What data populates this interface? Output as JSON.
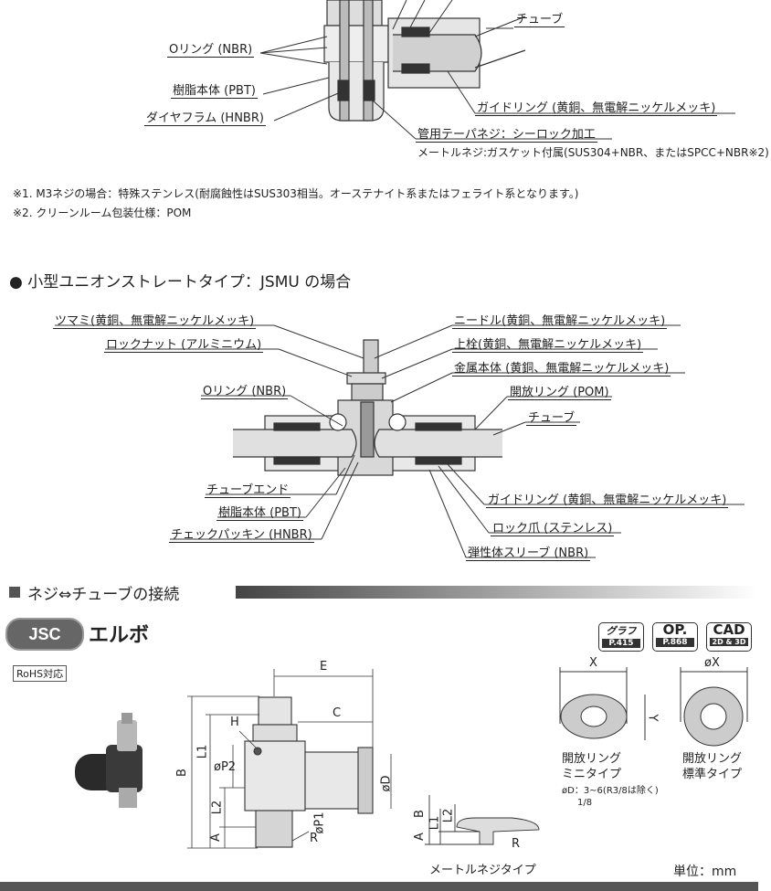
{
  "top_diagram": {
    "labels": {
      "tube": "チューブ",
      "oring": "Oリング (NBR)",
      "resin_body": "樹脂本体 (PBT)",
      "diaphragm": "ダイヤフラム (HNBR)",
      "guide_ring": "ガイドリング (黄銅、無電解ニッケルメッキ)",
      "pipe_thread": "管用テーパネジ：シーロック加工",
      "metric_thread": "メートルネジ:ガスケット付属(SUS304+NBR、またはSPCC+NBR※2)"
    }
  },
  "notes": [
    "※1. M3ネジの場合：特殊ステンレス(耐腐蝕性はSUS303相当。オーステナイト系またはフェライト系となります。)",
    "※2. クリーンルーム包装仕様：POM"
  ],
  "jsmu_section": {
    "title": "● 小型ユニオンストレートタイプ：JSMU の場合",
    "labels": {
      "knob": "ツマミ(黄銅、無電解ニッケルメッキ)",
      "locknut": "ロックナット (アルミニウム)",
      "oring": "Oリング (NBR)",
      "tube_end": "チューブエンド",
      "resin_body": "樹脂本体 (PBT)",
      "check_packing": "チェックパッキン (HNBR)",
      "needle": "ニードル(黄銅、無電解ニッケルメッキ)",
      "upper_plug": "上栓(黄銅、無電解ニッケルメッキ)",
      "metal_body": "金属本体 (黄銅、無電解ニッケルメッキ)",
      "release_ring": "開放リング (POM)",
      "tube": "チューブ",
      "guide_ring": "ガイドリング (黄銅、無電解ニッケルメッキ)",
      "lock_claw": "ロック爪 (ステンレス)",
      "elastic_sleeve": "弾性体スリーブ (NBR)"
    }
  },
  "connection_section": {
    "title": "ネジ⇔チューブの接続"
  },
  "product": {
    "series_badge": "JSC",
    "name": "エルボ",
    "rohs": "RoHS対応",
    "badges": {
      "graph_top": "グラフ",
      "graph_page": "P.415",
      "op_top": "OP.",
      "op_page": "P.868",
      "cad_top": "CAD",
      "cad_sub": "2D & 3D"
    }
  },
  "drawing": {
    "dims": {
      "E": "E",
      "C": "C",
      "H": "H",
      "B": "B",
      "L1": "L1",
      "P2": "øP2",
      "D": "øD",
      "L2": "L2",
      "A": "A",
      "P1": "øP1",
      "R": "R"
    },
    "metric_caption": "メートルネジタイプ",
    "ring_mini": {
      "X": "X",
      "Y": "Y",
      "line1": "開放リング",
      "line2": "ミニタイプ",
      "note1": "øD：3~6(R3/8は除く)",
      "note2": "1/8"
    },
    "ring_std": {
      "X": "øX",
      "line1": "開放リング",
      "line2": "標準タイプ"
    },
    "small": {
      "B": "B",
      "A": "A",
      "L1": "L1",
      "L2": "L2",
      "R": "R"
    }
  },
  "unit": "単位：mm"
}
